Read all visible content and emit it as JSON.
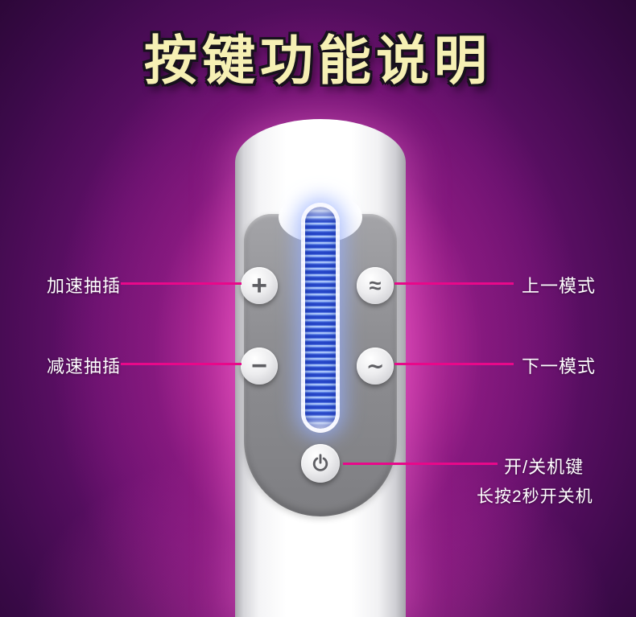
{
  "title": "按键功能说明",
  "callouts": {
    "accelerate": "加速抽插",
    "decelerate": "减速抽插",
    "prev_mode": "上一模式",
    "next_mode": "下一模式",
    "power": "开/关机键",
    "power_note": "长按2秒开关机"
  },
  "buttons": {
    "plus": "+",
    "minus": "−",
    "prev_wave": "≈",
    "next_wave": "∼"
  },
  "colors": {
    "callout_line": "#e8088a",
    "title_text": "#f6f0b4",
    "background_glow": "#c237a5",
    "led_blue": "#2646c8",
    "panel_gray": "#8f8f93"
  }
}
